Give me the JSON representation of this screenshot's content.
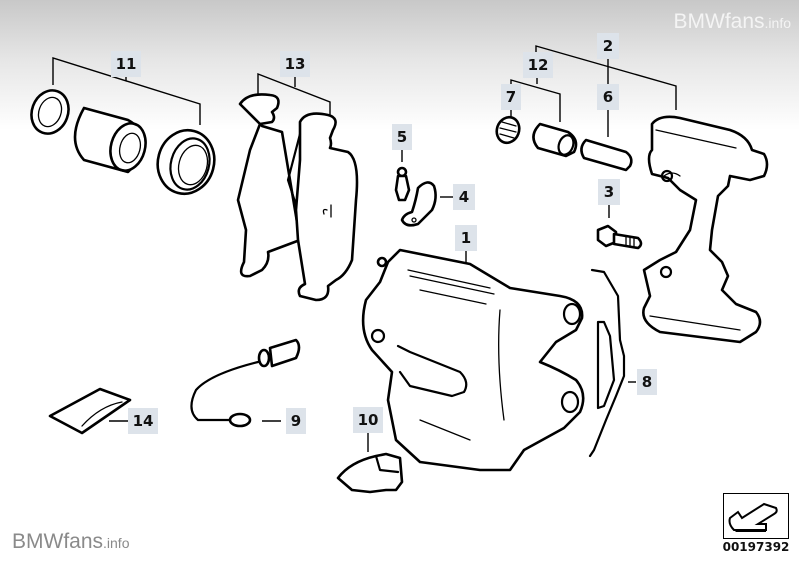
{
  "watermark": {
    "brand": "BMWfans",
    "suffix": ".info"
  },
  "diagram_ref": "00197392",
  "callouts": [
    {
      "id": "1",
      "part": "brake-caliper-housing"
    },
    {
      "id": "2",
      "part": "caliper-carrier-assembly"
    },
    {
      "id": "3",
      "part": "hex-bolt"
    },
    {
      "id": "4",
      "part": "bracket"
    },
    {
      "id": "5",
      "part": "bleeder-valve"
    },
    {
      "id": "6",
      "part": "guide-pin"
    },
    {
      "id": "7",
      "part": "protective-cap"
    },
    {
      "id": "8",
      "part": "anti-rattle-spring"
    },
    {
      "id": "9",
      "part": "brake-pad-wear-sensor"
    },
    {
      "id": "10",
      "part": "cable-clip"
    },
    {
      "id": "11",
      "part": "piston-repair-kit"
    },
    {
      "id": "12",
      "part": "guide-sleeve-repair-kit"
    },
    {
      "id": "13",
      "part": "brake-pad-set"
    },
    {
      "id": "14",
      "part": "grease-packet"
    }
  ]
}
